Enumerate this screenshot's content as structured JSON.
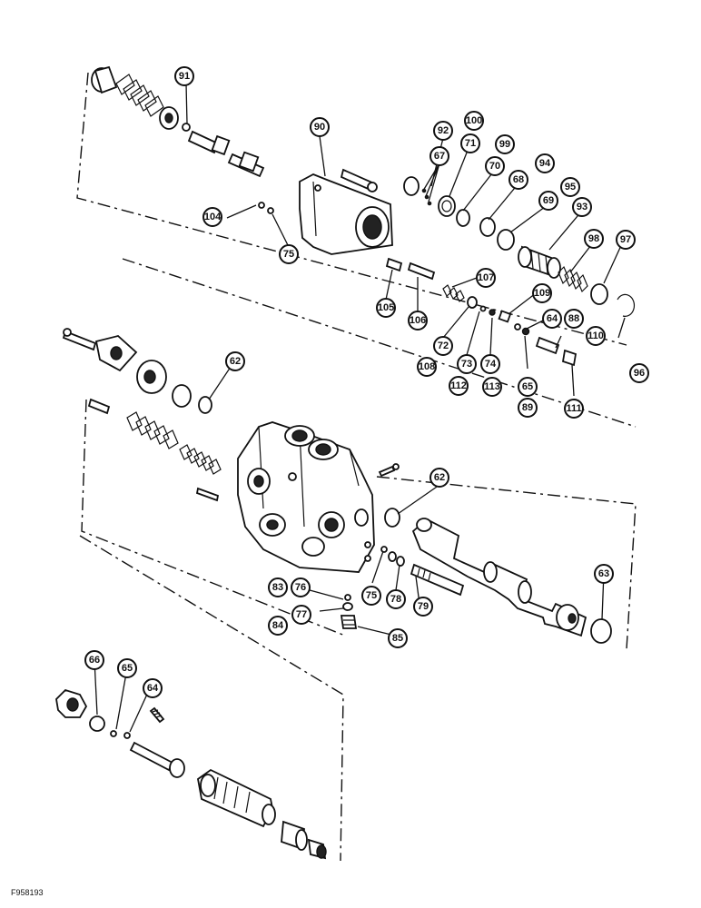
{
  "figure_ref": "F958193",
  "callouts": [
    "91",
    "90",
    "92",
    "100",
    "71",
    "99",
    "67",
    "70",
    "94",
    "68",
    "95",
    "69",
    "93",
    "98",
    "97",
    "104",
    "75",
    "107",
    "105",
    "106",
    "109",
    "64",
    "88",
    "110",
    "72",
    "73",
    "74",
    "108",
    "112",
    "113",
    "65",
    "89",
    "111",
    "96",
    "62",
    "62",
    "63",
    "83",
    "76",
    "75",
    "78",
    "79",
    "84",
    "77",
    "85",
    "66",
    "65",
    "64"
  ]
}
